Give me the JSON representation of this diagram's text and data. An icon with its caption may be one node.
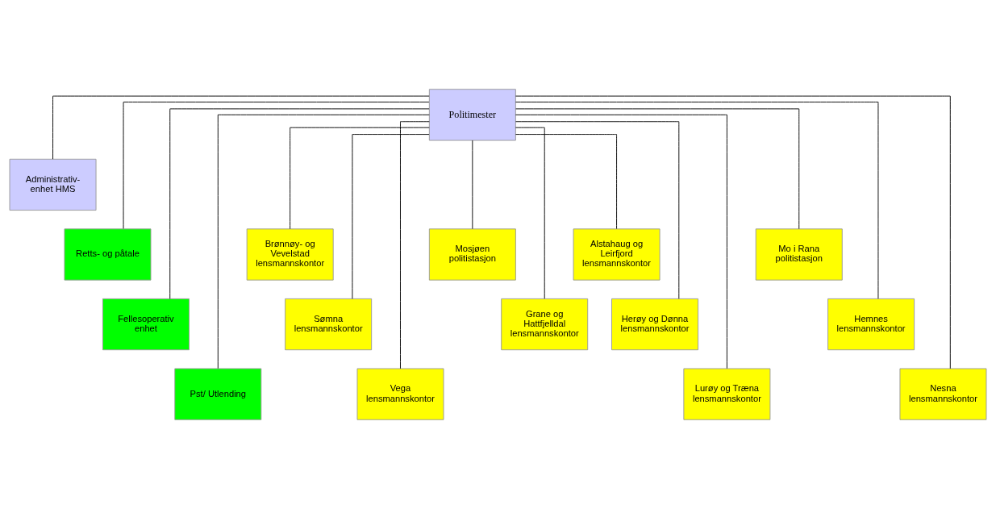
{
  "diagram": {
    "nodes": [
      {
        "text": [
          "Politimester"
        ]
      },
      {
        "text": [
          "Administrativ- enhet HMS"
        ]
      },
      {
        "text": [
          "Retts- og påtale"
        ]
      },
      {
        "text": [
          "Fellesoperativ enhet"
        ]
      },
      {
        "text": [
          "Pst/ Utlending"
        ]
      },
      {
        "text": [
          "Brønnøy- og Vevelstad lensmannskontor"
        ]
      },
      {
        "text": [
          "Sømna lensmannskontor"
        ]
      },
      {
        "text": [
          "Vega lensmannskontor"
        ]
      },
      {
        "text": [
          "Mosjøen politistasjon"
        ]
      },
      {
        "text": [
          "Grane og Hattfjelldal lensmannskontor"
        ]
      },
      {
        "text": [
          "Alstahaug og Leirfjord lensmannskontor"
        ]
      },
      {
        "text": [
          "Herøy og Dønna lensmannskontor"
        ]
      },
      {
        "text": [
          "Lurøy og Træna lensmannskontor"
        ]
      },
      {
        "text": [
          "Mo i Rana politistasjon"
        ]
      },
      {
        "text": [
          "Hemnes lensmannskontor"
        ]
      },
      {
        "text": [
          "Nesna lensmannskontor"
        ]
      }
    ],
    "edges": [
      {
        "from": 0,
        "to": 1,
        "arrow": "none"
      },
      {
        "from": 0,
        "to": 2,
        "arrow": "none"
      },
      {
        "from": 0,
        "to": 3,
        "arrow": "none"
      },
      {
        "from": 0,
        "to": 4,
        "arrow": "none"
      },
      {
        "from": 0,
        "to": 5,
        "arrow": "none"
      },
      {
        "from": 0,
        "to": 6,
        "arrow": "none"
      },
      {
        "from": 0,
        "to": 7,
        "arrow": "none"
      },
      {
        "from": 0,
        "to": 8,
        "arrow": "none"
      },
      {
        "from": 0,
        "to": 9,
        "arrow": "none"
      },
      {
        "from": 0,
        "to": 10,
        "arrow": "none"
      },
      {
        "from": 0,
        "to": 11,
        "arrow": "none"
      },
      {
        "from": 0,
        "to": 12,
        "arrow": "none"
      },
      {
        "from": 0,
        "to": 13,
        "arrow": "none"
      },
      {
        "from": 0,
        "to": 14,
        "arrow": "none"
      },
      {
        "from": 0,
        "to": 15,
        "arrow": "none"
      }
    ]
  }
}
